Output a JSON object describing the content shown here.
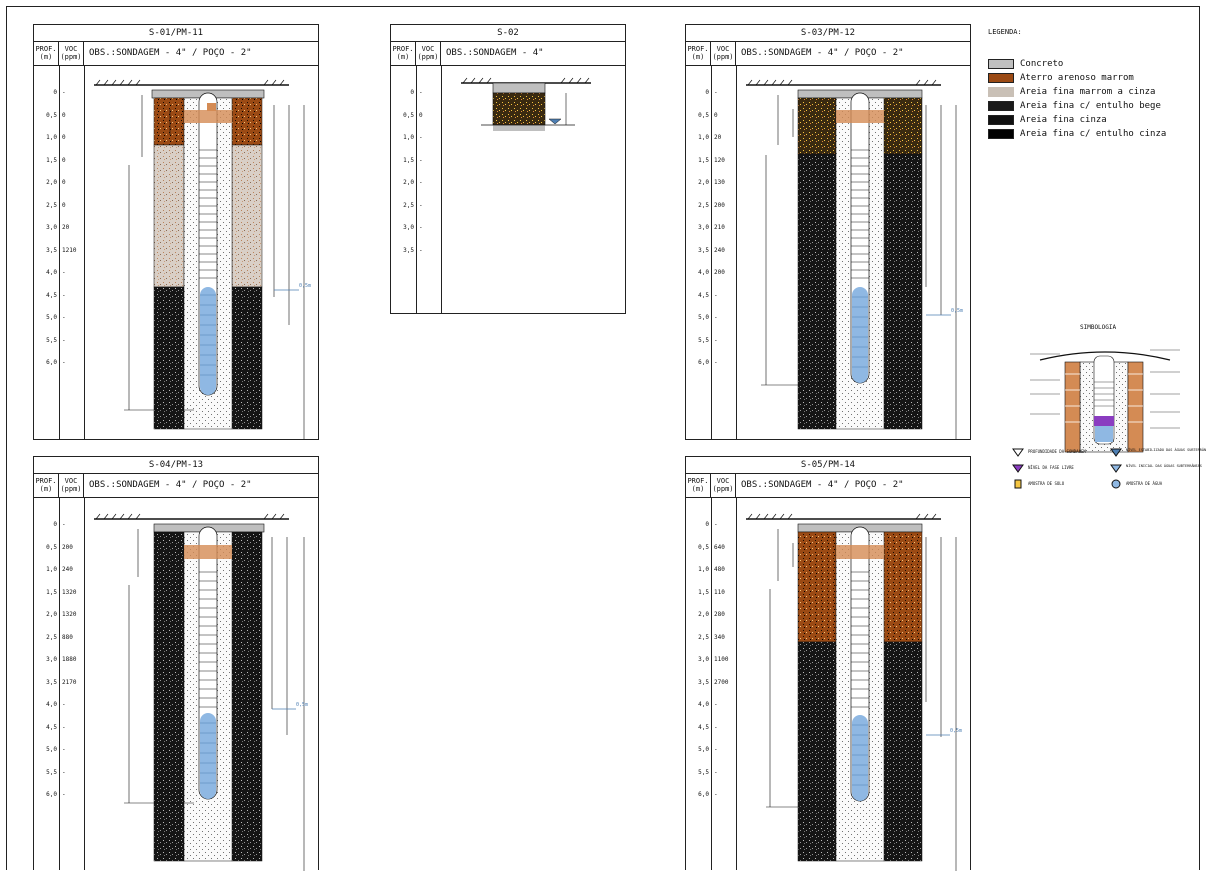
{
  "colors": {
    "concrete": "#bfbfbf",
    "aterro": "#9b4a14",
    "areia_marrom_cinza": "#c9a27a",
    "bege": "#d48b54",
    "cinza": "#222222",
    "entulho_cinza": "#111111",
    "water": "#8fb8e3",
    "water_line": "#4e7fb3"
  },
  "headers": {
    "prof": [
      "PROF.",
      "(m)"
    ],
    "voc": [
      "VOC",
      "(ppm)"
    ]
  },
  "labels": {
    "na": "0,5m"
  },
  "legend": {
    "title": "LEGENDA:",
    "items": [
      {
        "label": "Concreto",
        "fill": "#bfbfbf"
      },
      {
        "label": "Aterro arenoso marrom",
        "fill": "#9b4a14"
      },
      {
        "label": "Areia fina marrom a cinza",
        "fill": "#c9c0b6"
      },
      {
        "label": "Areia fina c/ entulho bege",
        "fill": "#1a1a1a"
      },
      {
        "label": "Areia fina cinza",
        "fill": "#111"
      },
      {
        "label": "Areia fina c/ entulho cinza",
        "fill": "#000"
      }
    ]
  },
  "simbologia": {
    "title": "SIMBOLOGIA",
    "items": [
      {
        "label": "PROFUNDIDADE DA SONDAGEM"
      },
      {
        "label": "NÍVEL ESTABILIZADO DAS ÁGUAS SUBTERRÂNEAS"
      },
      {
        "label": "NÍVEL DA FASE LIVRE"
      },
      {
        "label": "NÍVEL INICIAL DAS ÁGUAS SUBTERRÂNEAS"
      },
      {
        "label": "AMOSTRA DE SOLO"
      },
      {
        "label": "AMOSTRA DE ÁGUA"
      }
    ]
  },
  "logs": [
    {
      "id": "s01",
      "title": "S-01/PM-11",
      "obs": "OBS.:SONDAGEM - 4\" / POÇO - 2\"",
      "depth": [
        "0",
        "0,5",
        "1,0",
        "1,5",
        "2,0",
        "2,5",
        "3,0",
        "3,5",
        "4,0",
        "4,5",
        "5,0",
        "5,5",
        "6,0"
      ],
      "voc": [
        "-",
        "0",
        "0",
        "0",
        "0",
        "0",
        "20",
        "1210",
        "-",
        "-",
        "-",
        "-",
        "-"
      ]
    },
    {
      "id": "s02",
      "title": "S-02",
      "obs": "OBS.:SONDAGEM - 4\"",
      "depth": [
        "0",
        "0,5",
        "1,0",
        "1,5",
        "2,0",
        "2,5",
        "3,0",
        "3,5"
      ],
      "voc": [
        "-",
        "0",
        "-",
        "-",
        "-",
        "-",
        "-",
        "-"
      ]
    },
    {
      "id": "s03",
      "title": "S-03/PM-12",
      "obs": "OBS.:SONDAGEM - 4\" / POÇO - 2\"",
      "depth": [
        "0",
        "0,5",
        "1,0",
        "1,5",
        "2,0",
        "2,5",
        "3,0",
        "3,5",
        "4,0",
        "4,5",
        "5,0",
        "5,5",
        "6,0"
      ],
      "voc": [
        "-",
        "0",
        "20",
        "120",
        "130",
        "200",
        "210",
        "240",
        "200",
        "-",
        "-",
        "-",
        "-"
      ]
    },
    {
      "id": "s04",
      "title": "S-04/PM-13",
      "obs": "OBS.:SONDAGEM - 4\" / POÇO - 2\"",
      "depth": [
        "0",
        "0,5",
        "1,0",
        "1,5",
        "2,0",
        "2,5",
        "3,0",
        "3,5",
        "4,0",
        "4,5",
        "5,0",
        "5,5",
        "6,0"
      ],
      "voc": [
        "-",
        "200",
        "240",
        "1320",
        "1320",
        "880",
        "1880",
        "2170",
        "-",
        "-",
        "-",
        "-",
        "-"
      ]
    },
    {
      "id": "s05",
      "title": "S-05/PM-14",
      "obs": "OBS.:SONDAGEM - 4\" / POÇO - 2\"",
      "depth": [
        "0",
        "0,5",
        "1,0",
        "1,5",
        "2,0",
        "2,5",
        "3,0",
        "3,5",
        "4,0",
        "4,5",
        "5,0",
        "5,5",
        "6,0"
      ],
      "voc": [
        "-",
        "640",
        "480",
        "110",
        "280",
        "340",
        "1100",
        "2700",
        "-",
        "-",
        "-",
        "-",
        "-"
      ]
    }
  ]
}
